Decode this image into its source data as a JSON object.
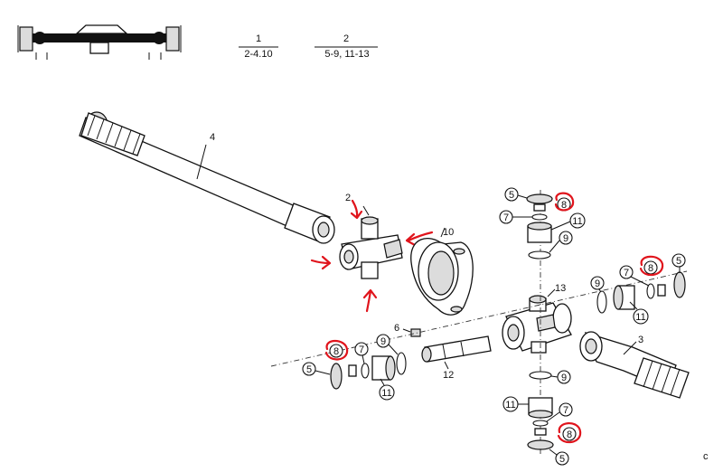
{
  "header": {
    "ref1": {
      "top": "1",
      "bottom": "2-4.10"
    },
    "ref2": {
      "top": "2",
      "bottom": "5-9, 11-13"
    }
  },
  "callouts": {
    "c2": "2",
    "c3": "3",
    "c4": "4",
    "c6": "6",
    "c10": "10",
    "c12": "12",
    "c13": "13",
    "t5": "5",
    "t8": "8",
    "t7": "7",
    "t11": "11",
    "t9": "9",
    "r7": "7",
    "r8": "8",
    "r5": "5",
    "r9": "9",
    "r11": "11",
    "l8": "8",
    "l7": "7",
    "l9": "9",
    "l5": "5",
    "l11": "11",
    "b9": "9",
    "b11": "11",
    "b7": "7",
    "b8": "8",
    "b5": "5"
  },
  "corner_mark": "c",
  "highlight_color": "#e0141c"
}
